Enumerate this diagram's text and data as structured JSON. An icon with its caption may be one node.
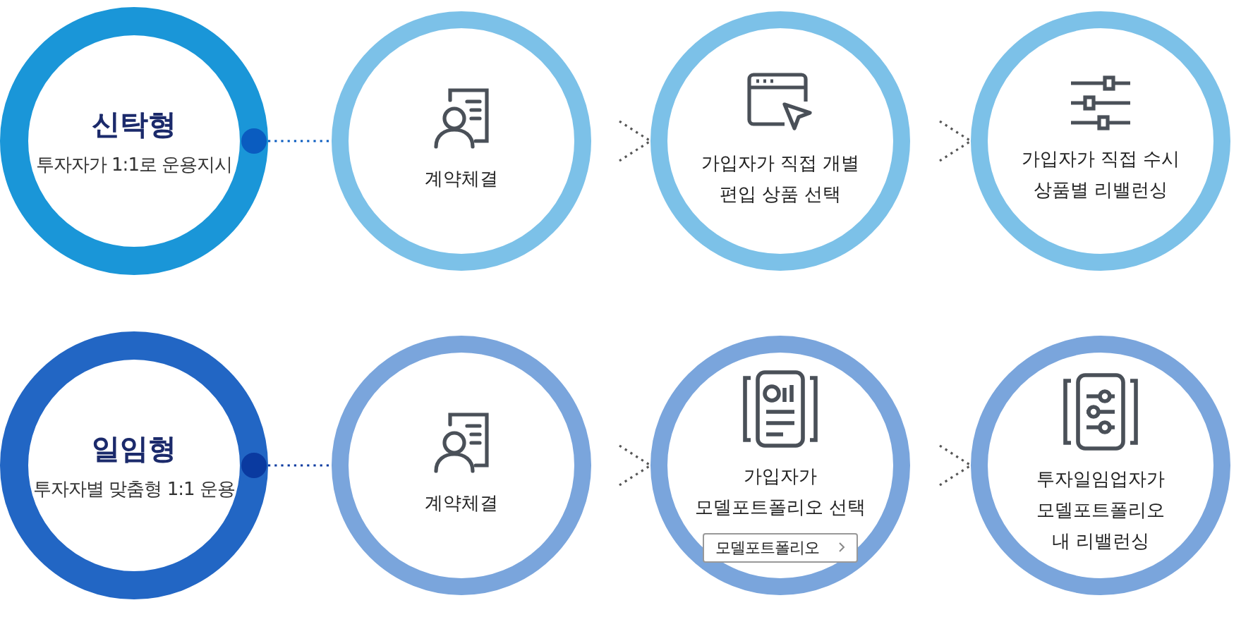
{
  "diagram": {
    "nodes": [
      {
        "text": [
          "신탁형",
          "투자자가 1:1로 운용지시"
        ]
      },
      {
        "text": [
          "계약체결"
        ]
      },
      {
        "text": [
          "가입자가 직접 개별 편입 상품 선택"
        ]
      },
      {
        "text": [
          "가입자가 직접 수시 상품별 리밸런싱"
        ]
      },
      {
        "text": [
          "일임형",
          "투자자별 맞춤형 1:1 운용"
        ]
      },
      {
        "text": [
          "계약체결"
        ]
      },
      {
        "text": [
          "가입자가 모델포트폴리오 선택"
        ]
      },
      {
        "text": [
          "모델포트폴리오"
        ],
        "in": 6
      },
      {
        "text": [
          "투자일임업자가 모델포트폴리오 내 리밸런싱"
        ]
      }
    ],
    "edges": [
      {
        "from": 0,
        "to": 1,
        "arrow": "other",
        "color": "#0a5cc0"
      },
      {
        "from": 1,
        "to": 2,
        "arrow": "to"
      },
      {
        "from": 2,
        "to": 3,
        "arrow": "to"
      },
      {
        "from": 4,
        "to": 5,
        "arrow": "other",
        "color": "#0a3aa0"
      },
      {
        "from": 5,
        "to": 6,
        "arrow": "to"
      },
      {
        "from": 6,
        "to": 8,
        "arrow": "to"
      }
    ]
  }
}
